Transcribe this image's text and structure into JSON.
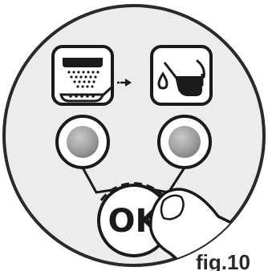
{
  "ok_button": {
    "label": "OK"
  },
  "figure": {
    "label": "fig.10"
  },
  "icons": {
    "left": "steam-frothing-icon",
    "right": "descaling-icon"
  },
  "indicators": [
    "left-led",
    "right-led"
  ],
  "colors": {
    "outline": "#1a1a1a",
    "panel": "#ececec",
    "led": "#9b9b9b",
    "icon_panel": "#ffffff"
  }
}
